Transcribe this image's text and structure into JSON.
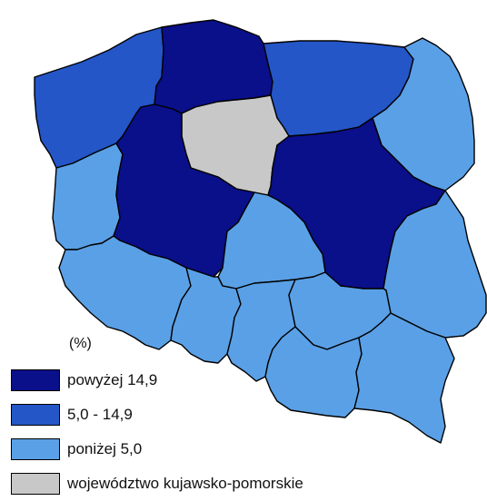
{
  "colors": {
    "high": "#0a0f8a",
    "mid": "#2456c8",
    "low": "#5aa0e6",
    "nodata": "#c8c8c8"
  },
  "regions": [
    {
      "name": "zachodniopomorskie",
      "class": "mid"
    },
    {
      "name": "pomorskie",
      "class": "high"
    },
    {
      "name": "warmińsko-mazurskie",
      "class": "mid"
    },
    {
      "name": "podlaskie",
      "class": "low"
    },
    {
      "name": "kujawsko-pomorskie",
      "class": "nodata"
    },
    {
      "name": "lubuskie",
      "class": "low"
    },
    {
      "name": "wielkopolskie",
      "class": "high"
    },
    {
      "name": "mazowieckie",
      "class": "high"
    },
    {
      "name": "łódzkie",
      "class": "low"
    },
    {
      "name": "lubelskie",
      "class": "low"
    },
    {
      "name": "dolnośląskie",
      "class": "low"
    },
    {
      "name": "opolskie",
      "class": "low"
    },
    {
      "name": "śląskie",
      "class": "low"
    },
    {
      "name": "świętokrzyskie",
      "class": "low"
    },
    {
      "name": "małopolskie",
      "class": "low"
    },
    {
      "name": "podkarpackie",
      "class": "low"
    }
  ],
  "legend": {
    "title": "(%)",
    "items": [
      {
        "key": "high",
        "label": "powyżej 14,9"
      },
      {
        "key": "mid",
        "label": "5,0 - 14,9"
      },
      {
        "key": "low",
        "label": "poniżej 5,0"
      },
      {
        "key": "nodata",
        "label": "województwo kujawsko-pomorskie"
      }
    ]
  }
}
